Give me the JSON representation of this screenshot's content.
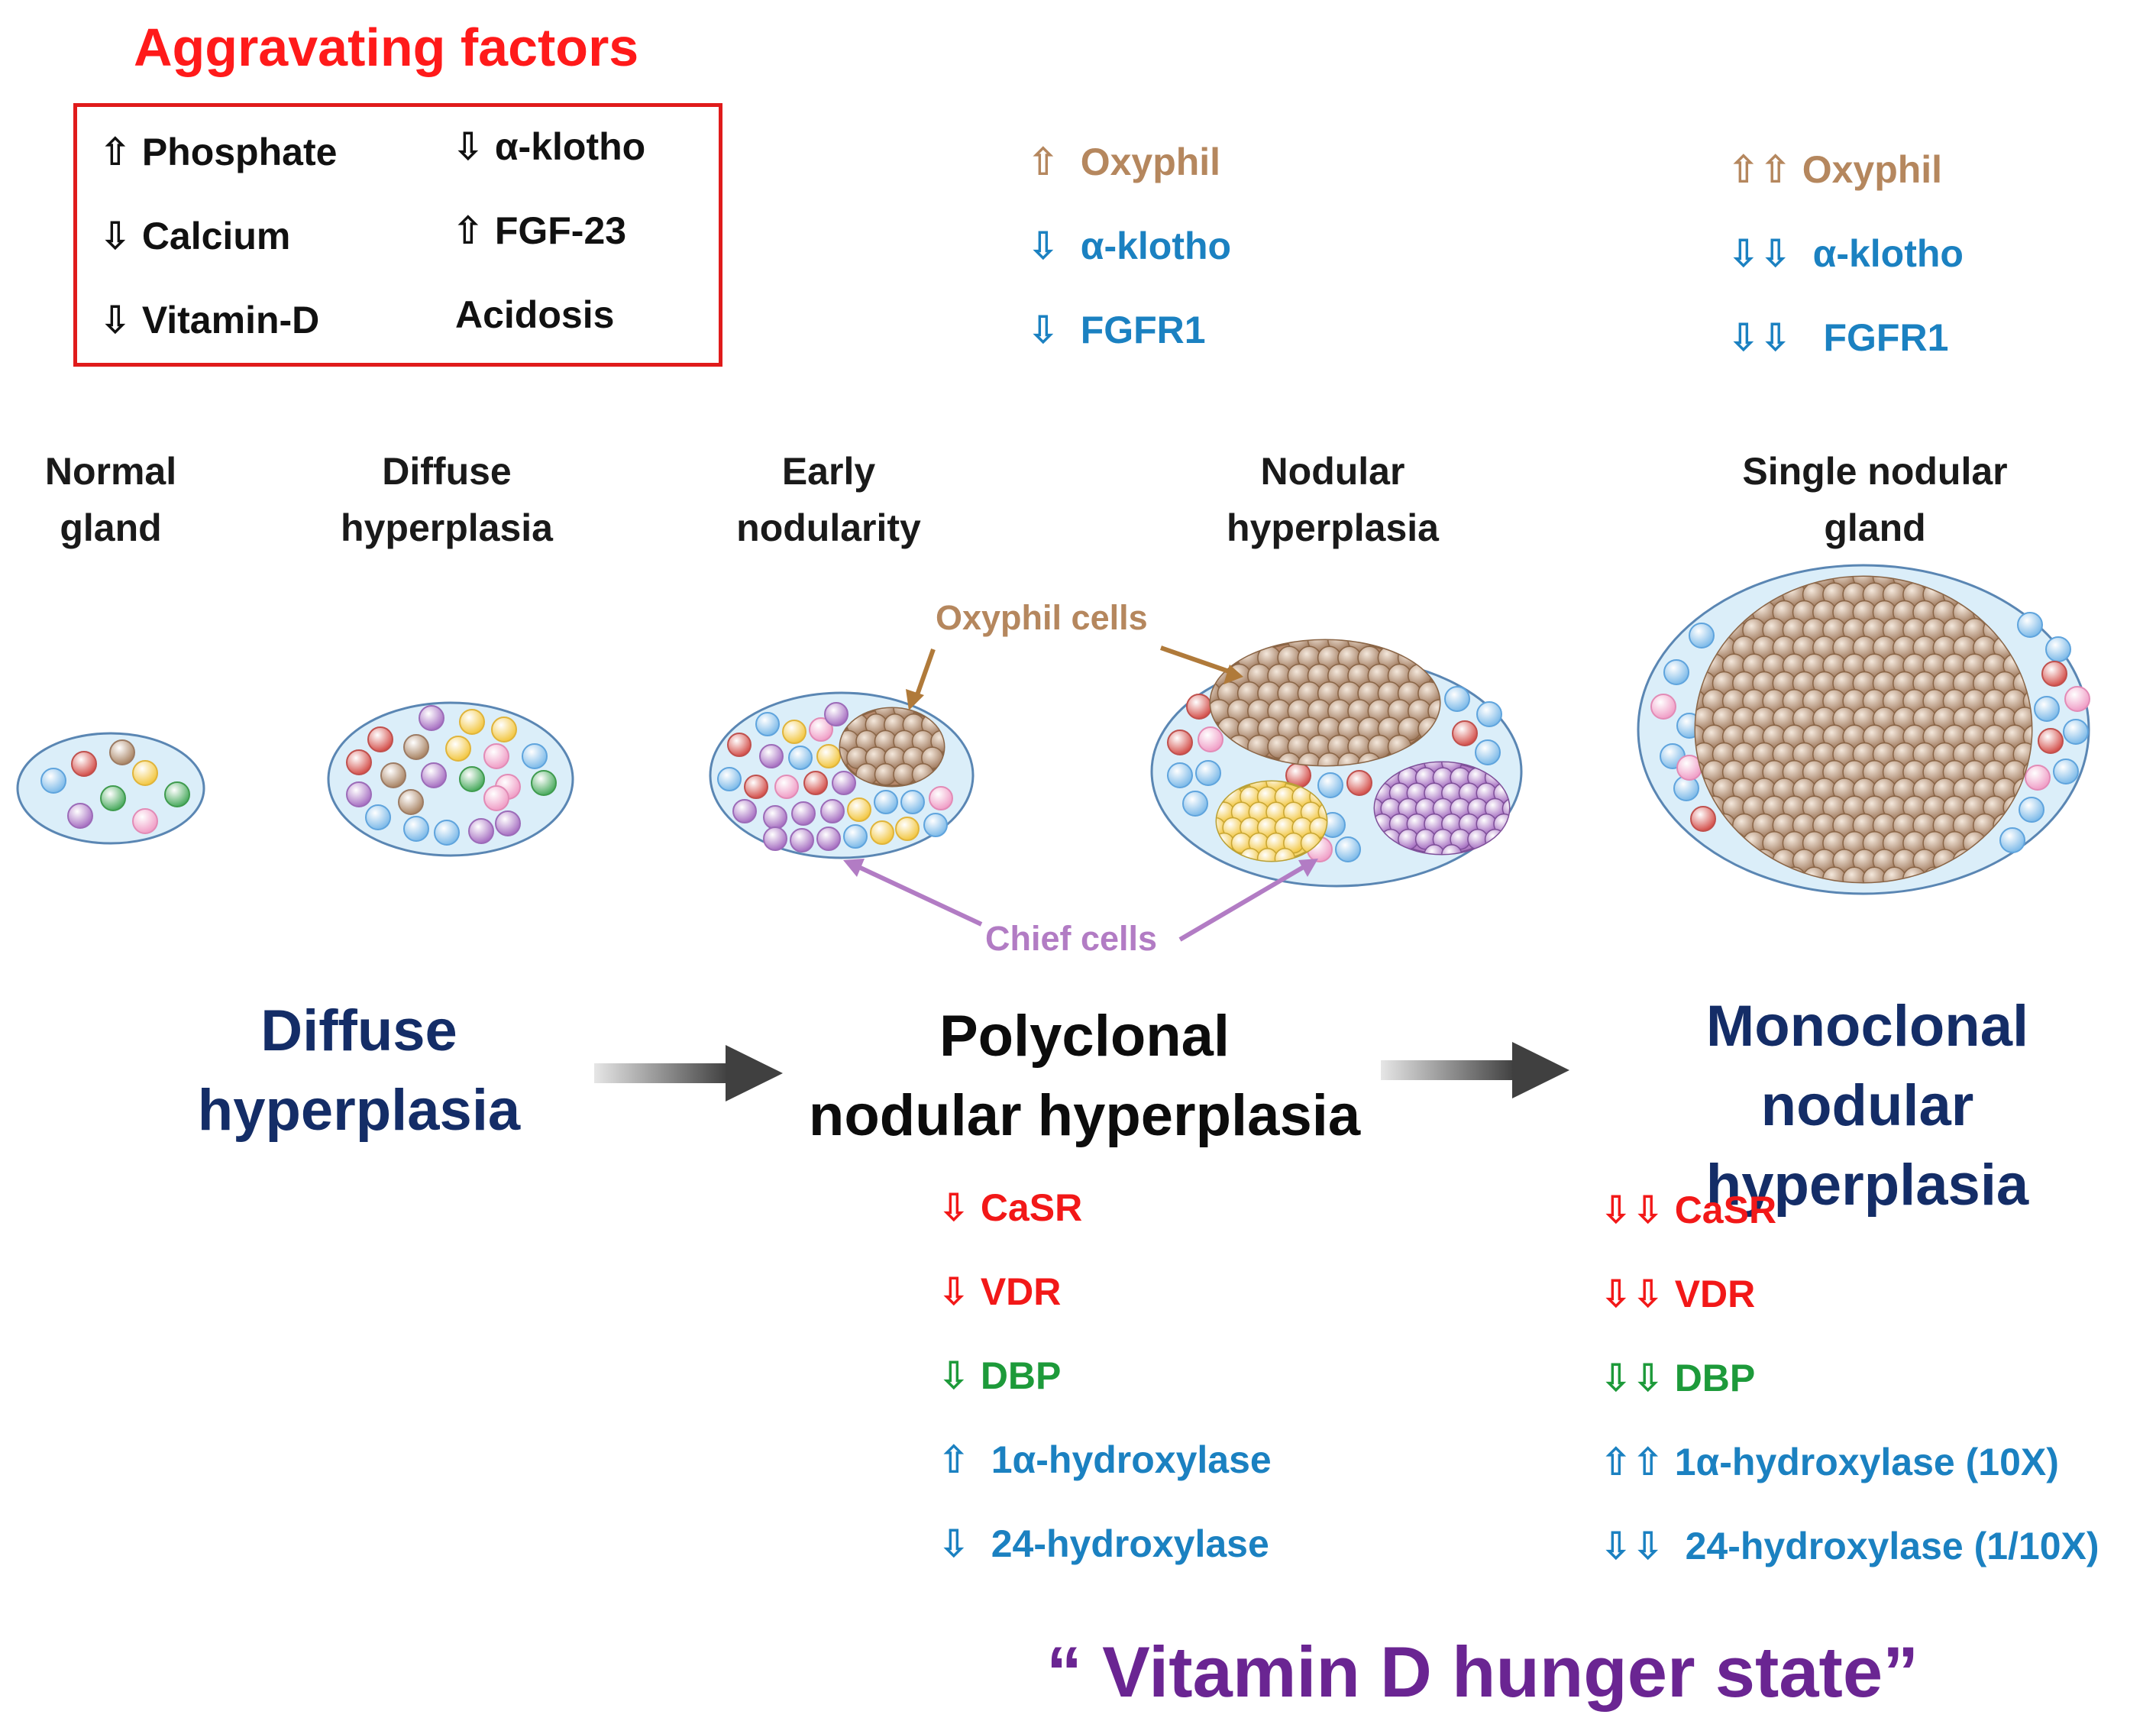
{
  "aggravating": {
    "title": "Aggravating factors",
    "items": [
      {
        "arrow": "⇧",
        "text": "Phosphate"
      },
      {
        "arrow": "⇩",
        "text": "α-klotho"
      },
      {
        "arrow": "⇩",
        "text": "Calcium"
      },
      {
        "arrow": "⇧",
        "text": "FGF-23"
      },
      {
        "arrow": "⇩",
        "text": "Vitamin-D"
      },
      {
        "arrow": "",
        "text": "Acidosis"
      }
    ]
  },
  "markers_mid": [
    {
      "arrow": "⇧",
      "text": "Oxyphil",
      "color": "#b5875e"
    },
    {
      "arrow": "⇩",
      "text": "α-klotho",
      "color": "#1b81c1"
    },
    {
      "arrow": "⇩",
      "text": "FGFR1",
      "color": "#1b81c1"
    }
  ],
  "markers_right": [
    {
      "arrow": "⇧⇧",
      "text": "Oxyphil",
      "color": "#b5875e"
    },
    {
      "arrow": "⇩⇩",
      "text": "α-klotho",
      "color": "#1b81c1"
    },
    {
      "arrow": "⇩⇩",
      "text": "FGFR1",
      "color": "#1b81c1"
    }
  ],
  "stages": [
    {
      "line1": "Normal",
      "line2": "gland"
    },
    {
      "line1": "Diffuse",
      "line2": "hyperplasia"
    },
    {
      "line1": "Early",
      "line2": "nodularity"
    },
    {
      "line1": "Nodular",
      "line2": "hyperplasia"
    },
    {
      "line1": "Single nodular",
      "line2": "gland"
    }
  ],
  "callouts": {
    "oxyphil": "Oxyphil cells",
    "chief": "Chief cells"
  },
  "phases": {
    "diffuse": {
      "line1": "Diffuse",
      "line2": "hyperplasia"
    },
    "polyclonal": {
      "line1": "Polyclonal",
      "line2": "nodular hyperplasia"
    },
    "monoclonal": {
      "line1": "Monoclonal",
      "line2": "nodular hyperplasia"
    }
  },
  "poly_changes": [
    {
      "arrow": "⇩",
      "text": "CaSR",
      "color": "#f21818"
    },
    {
      "arrow": "⇩",
      "text": "VDR",
      "color": "#f21818"
    },
    {
      "arrow": "⇩",
      "text": "DBP",
      "color": "#1d9a3a"
    },
    {
      "arrow": "⇧",
      "text": "1α-hydroxylase",
      "color": "#1b81c1"
    },
    {
      "arrow": "⇩",
      "text": "24-hydroxylase",
      "color": "#1b81c1"
    }
  ],
  "mono_changes": [
    {
      "arrow": "⇩⇩",
      "text": "CaSR",
      "color": "#f21818"
    },
    {
      "arrow": "⇩⇩",
      "text": "VDR",
      "color": "#f21818"
    },
    {
      "arrow": "⇩⇩",
      "text": "DBP",
      "color": "#1d9a3a"
    },
    {
      "arrow": "⇧⇧",
      "text": "1α-hydroxylase (10X)",
      "color": "#1b81c1"
    },
    {
      "arrow": "⇩⇩",
      "text": "24-hydroxylase (1/10X)",
      "color": "#1b81c1"
    }
  ],
  "footer": "“ Vitamin D hunger state”",
  "colors": {
    "gland_fill": "#dbeef9",
    "gland_stroke": "#5a86b3",
    "oxyphil": "#b5876a",
    "chief_purple": "#b27cc4",
    "chief_yellow": "#f5d56b"
  }
}
